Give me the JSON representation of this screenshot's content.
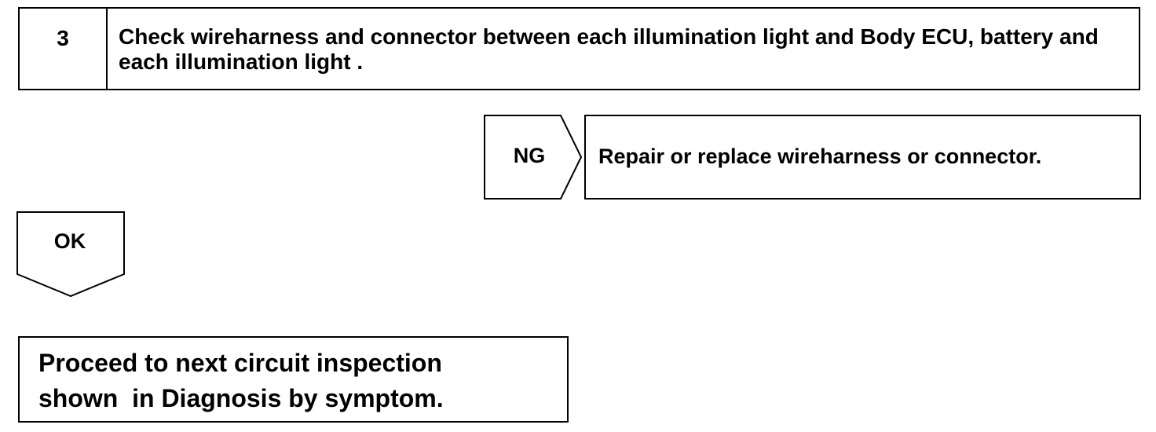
{
  "step": {
    "number": "3",
    "text": "Check wireharness and connector between each illumination light and Body ECU, battery and each illumination light ."
  },
  "ng_branch": {
    "label": "NG",
    "action": "Repair or replace wireharness or connector."
  },
  "ok_branch": {
    "label": "OK",
    "next_line1": "Proceed to next circuit inspection",
    "next_line2": "shown  in Diagnosis by symptom."
  }
}
